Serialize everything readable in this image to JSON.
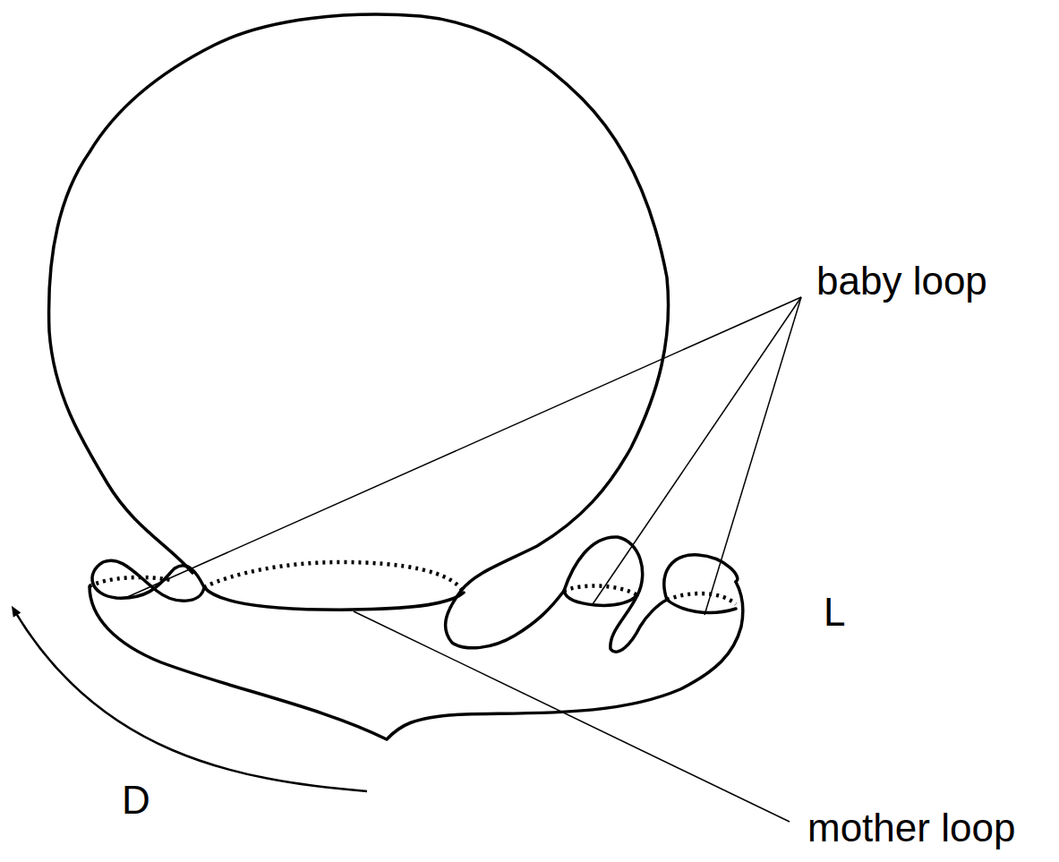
{
  "diagram": {
    "labels": [
      "baby loop",
      "mother loop",
      "L",
      "D"
    ]
  }
}
